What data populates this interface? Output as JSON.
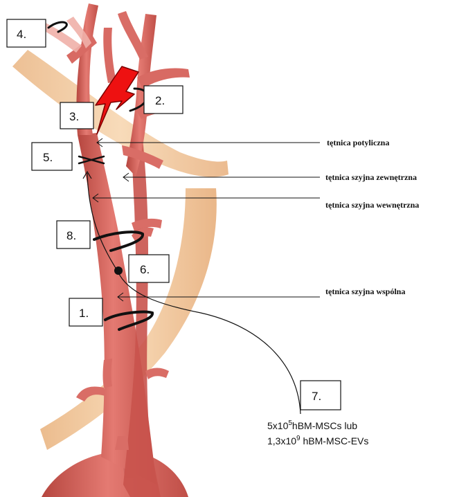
{
  "boxes": {
    "b1": "1.",
    "b2": "2.",
    "b3": "3.",
    "b4": "4.",
    "b5": "5.",
    "b6": "6.",
    "b7": "7.",
    "b8": "8."
  },
  "labels": {
    "occipital": "tętnica potyliczna",
    "external": "tętnica szyjna zewnętrzna",
    "internal": "tętnica szyjna wewnętrzna",
    "common": "tętnica szyjna wspólna"
  },
  "dose": {
    "line1_prefix": "5x10",
    "line1_exp": "5",
    "line1_suffix": "hBM-MSCs lub",
    "line2_prefix": "1,3x10",
    "line2_exp": "9",
    "line2_suffix": " hBM-MSC-EVs"
  },
  "colors": {
    "artery": "#d9655f",
    "artery_dark": "#b94a45",
    "muscle": "#f2c79a",
    "bolt": "#ee1111"
  }
}
